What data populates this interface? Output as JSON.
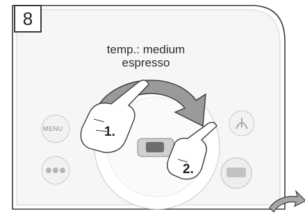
{
  "step_badge": "8",
  "caption": {
    "line1": "temp.: medium",
    "line2": "espresso"
  },
  "labels": {
    "menu": "MENU",
    "step1": "1.",
    "step2": "2."
  },
  "icons": {
    "menu_button": "menu-button-icon",
    "cup_selector": "cup-selector-icon",
    "steam": "steam-icon",
    "cup_right": "cup-icon",
    "rotary_dial": "rotary-dial-icon",
    "rotation_arrow": "rotation-arrow-icon",
    "next_arrow": "next-arrow-icon",
    "hand": "pointing-hand-icon"
  },
  "colors": {
    "line": "#3a3a3a",
    "arrow_fill": "#9a9a9a",
    "panel_shade": "#dcdcdc",
    "icon_gray": "#b5b5b5"
  }
}
